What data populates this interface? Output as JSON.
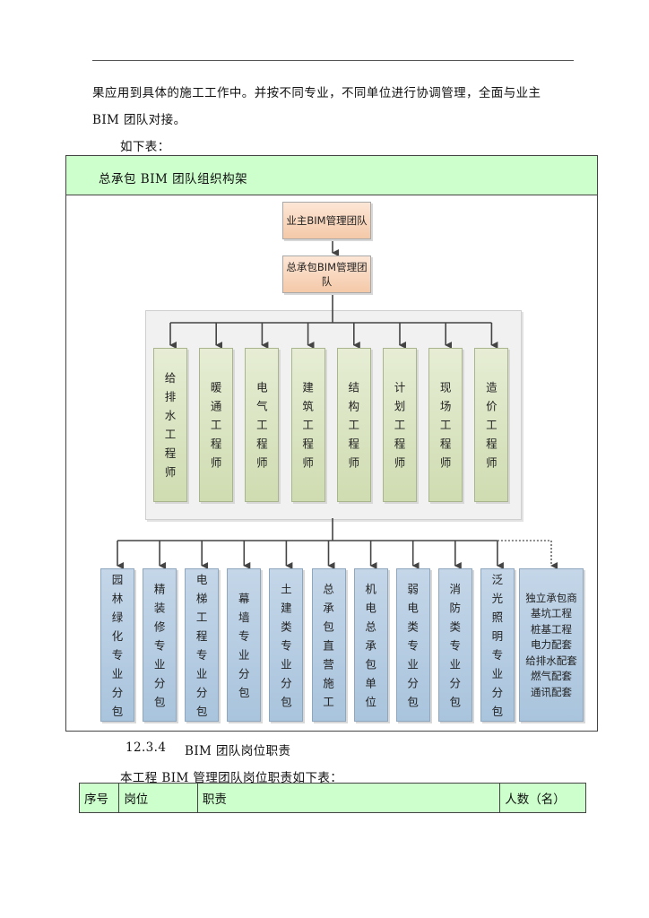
{
  "body_text": {
    "line1": "果应用到具体的施工工作中。并按不同专业，不同单位进行协调管理，全面与业主",
    "line2": "BIM 团队对接。",
    "line3": "如下表："
  },
  "org_chart": {
    "title": "总承包 BIM 团队组织构架",
    "top_boxes": [
      "业主BIM管理团队",
      "总承包BIM管理团队"
    ],
    "engineers": [
      "给排水工程师",
      "暖通工程师",
      "电气工程师",
      "建筑工程师",
      "结构工程师",
      "计划工程师",
      "现场工程师",
      "造价工程师"
    ],
    "subcontractors": [
      "园林绿化专业分包",
      "精装修专业分包",
      "电梯工程专业分包",
      "幕墙专业分包",
      "土建类专业分包",
      "总承包直营施工",
      "机电总承包单位",
      "弱电类专业分包",
      "消防类专业分包",
      "泛光照明专业分包"
    ],
    "independent_contractor": {
      "lines": [
        "独立承包商",
        "基坑工程",
        "桩基工程",
        "电力配套",
        "给排水配套",
        "燃气配套",
        "通讯配套"
      ],
      "link_style": "dashed"
    }
  },
  "section": {
    "number": "12.3.4",
    "title": "BIM 团队岗位职责",
    "intro": "本工程 BIM 管理团队岗位职责如下表："
  },
  "duty_table": {
    "headers": [
      "序号",
      "岗位",
      "职责",
      "人数（名）"
    ]
  }
}
